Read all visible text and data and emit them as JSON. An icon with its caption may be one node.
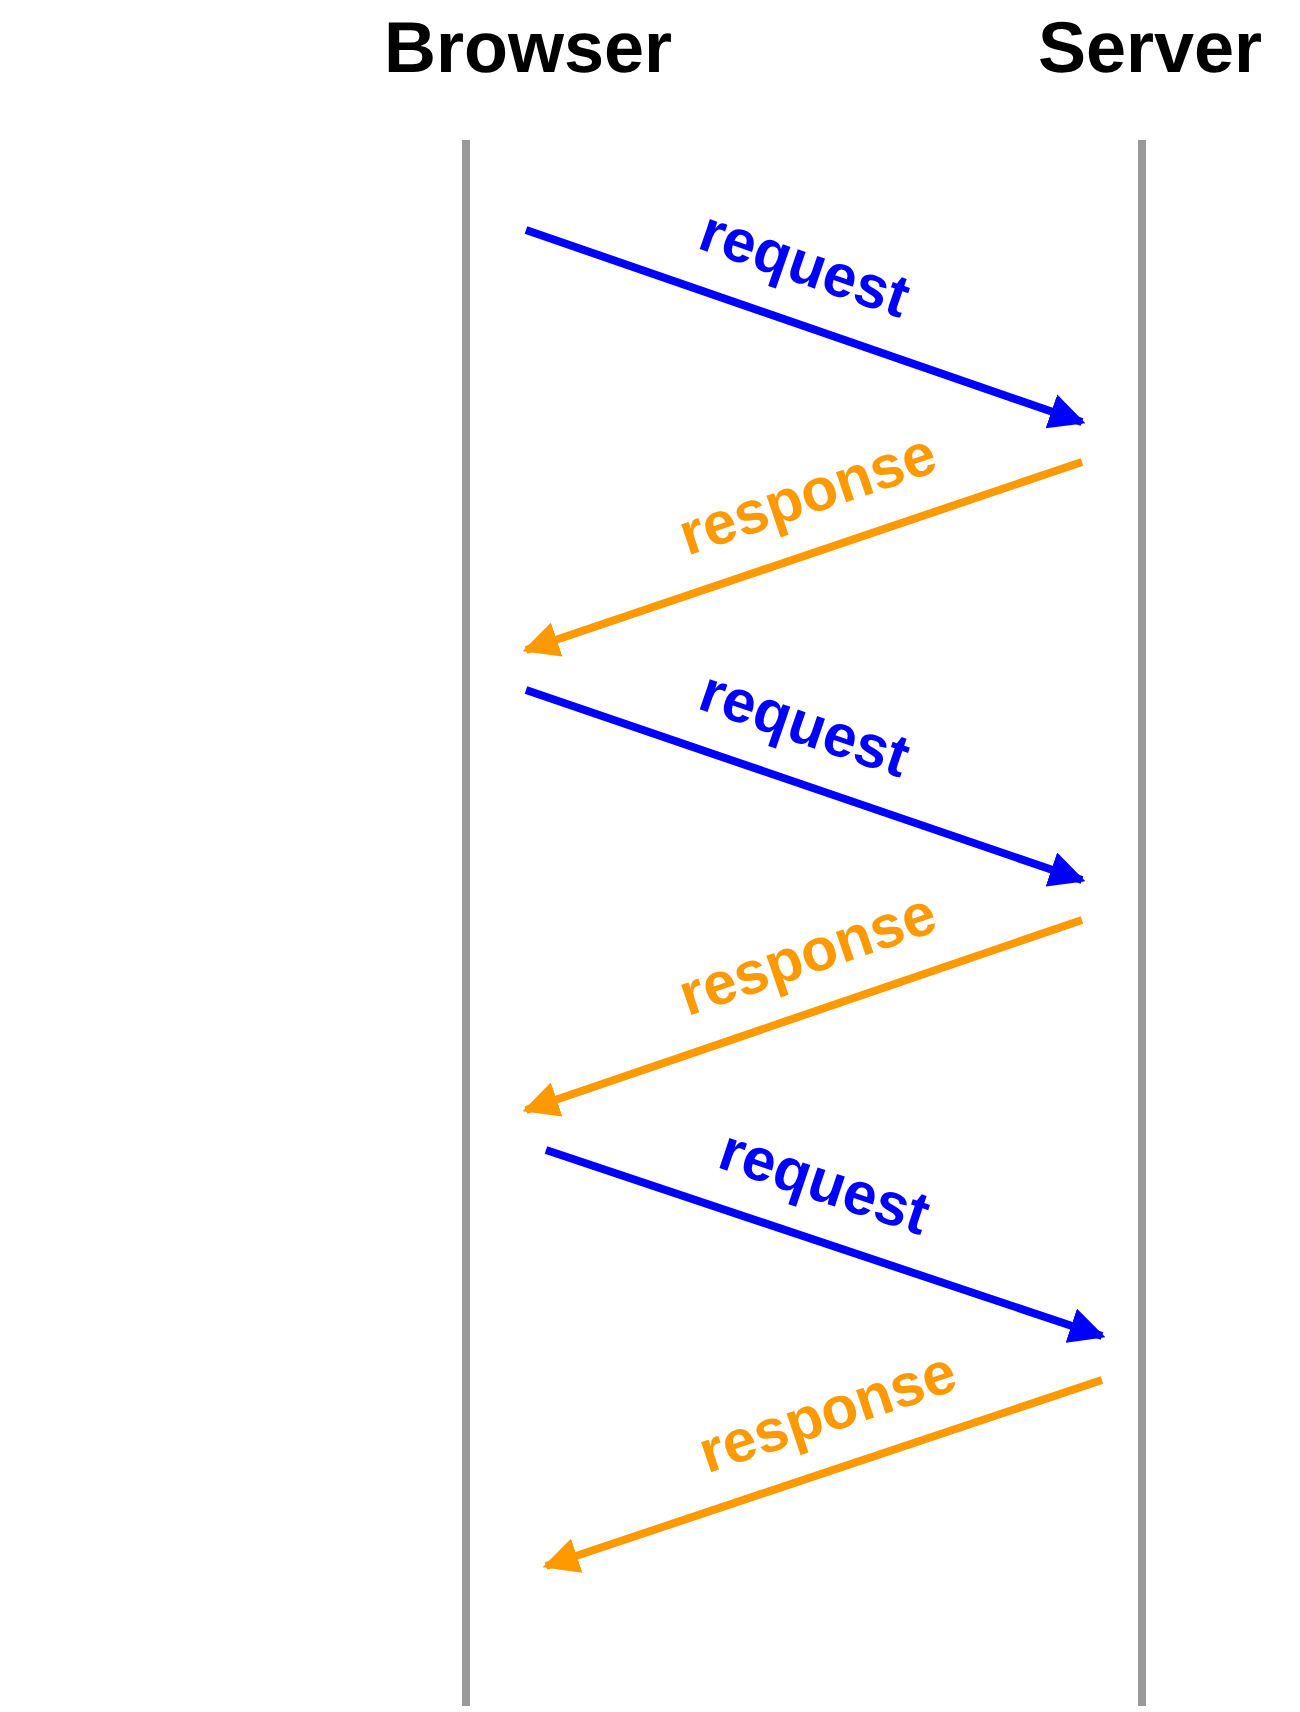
{
  "diagram": {
    "nodes": [
      {
        "text": [
          "Browser"
        ]
      },
      {
        "text": [
          "Server"
        ]
      }
    ],
    "edges": [
      {
        "from": 0,
        "to": 1,
        "arrow": "to",
        "label": "request",
        "color": "#0000ff"
      },
      {
        "from": 1,
        "to": 0,
        "arrow": "to",
        "label": "response",
        "color": "#ff9900"
      },
      {
        "from": 0,
        "to": 1,
        "arrow": "to",
        "label": "request",
        "color": "#0000ff"
      },
      {
        "from": 1,
        "to": 0,
        "arrow": "to",
        "label": "response",
        "color": "#ff9900"
      },
      {
        "from": 0,
        "to": 1,
        "arrow": "to",
        "label": "request",
        "color": "#0000ff"
      },
      {
        "from": 1,
        "to": 0,
        "arrow": "to",
        "label": "response",
        "color": "#ff9900"
      }
    ]
  }
}
